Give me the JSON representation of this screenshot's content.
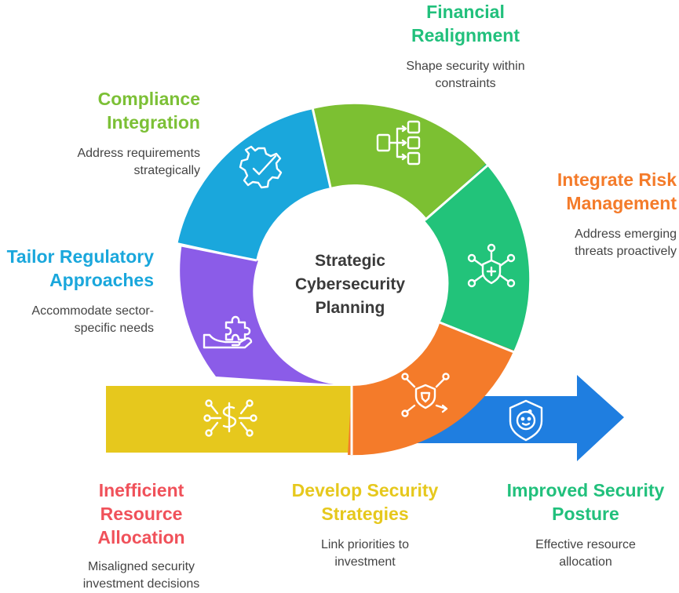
{
  "center": {
    "title": "Strategic\nCybersecurity\nPlanning"
  },
  "segments": {
    "compliance": {
      "title": "Compliance\nIntegration",
      "description": "Address requirements\nstrategically",
      "color": "#1aa7dc",
      "title_color": "#7cc036",
      "icon": "gear-check-icon"
    },
    "financial": {
      "title": "Financial\nRealignment",
      "description": "Shape security within\nconstraints",
      "color": "#7cc032",
      "title_color": "#21c07c",
      "icon": "flowchart-icon"
    },
    "risk": {
      "title": "Integrate Risk\nManagement",
      "description": "Address emerging\nthreats proactively",
      "color": "#22c37a",
      "title_color": "#f47b2a",
      "icon": "network-shield-icon"
    },
    "tailor": {
      "title": "Tailor Regulatory\nApproaches",
      "description": "Accommodate sector-\nspecific needs",
      "color": "#8b5ce8",
      "title_color": "#1aa7dc",
      "icon": "puzzle-hand-icon"
    },
    "develop": {
      "title": "Develop Security\nStrategies",
      "description": "Link priorities to\ninvestment",
      "color": "#f47b2a",
      "title_color": "#e6c81d",
      "icon": "shield-arrows-icon"
    },
    "inefficient": {
      "title": "Inefficient\nResource\nAllocation",
      "description": "Misaligned security\ninvestment decisions",
      "color": "#e6c81d",
      "title_color": "#f0515a",
      "icon": "dollar-network-icon"
    },
    "improved": {
      "title": "Improved Security\nPosture",
      "description": "Effective resource\nallocation",
      "color": "#1f7ee0",
      "title_color": "#21c07c",
      "icon": "shield-face-icon"
    }
  }
}
